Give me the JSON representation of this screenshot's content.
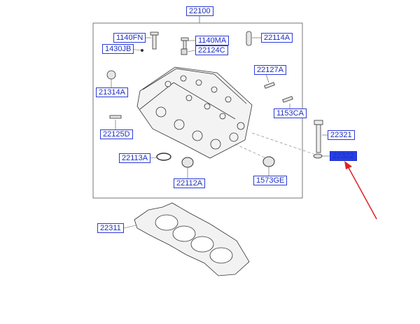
{
  "labels": {
    "p22100": "22100",
    "p1140FN": "1140FN",
    "p1430JB": "1430JB",
    "p1140MA": "1140MA",
    "p22124C": "22124C",
    "p22114A": "22114A",
    "p21314A": "21314A",
    "p22127A": "22127A",
    "p1153CA": "1153CA",
    "p22125D": "22125D",
    "p22321": "22321",
    "p22322": "22322",
    "p22113A": "22113A",
    "p22112A": "22112A",
    "p1573GE": "1573GE",
    "p22311": "22311"
  },
  "highlight_color": "#2740e8",
  "arrow_color": "#e02020",
  "label_color": "#1e2fbf"
}
